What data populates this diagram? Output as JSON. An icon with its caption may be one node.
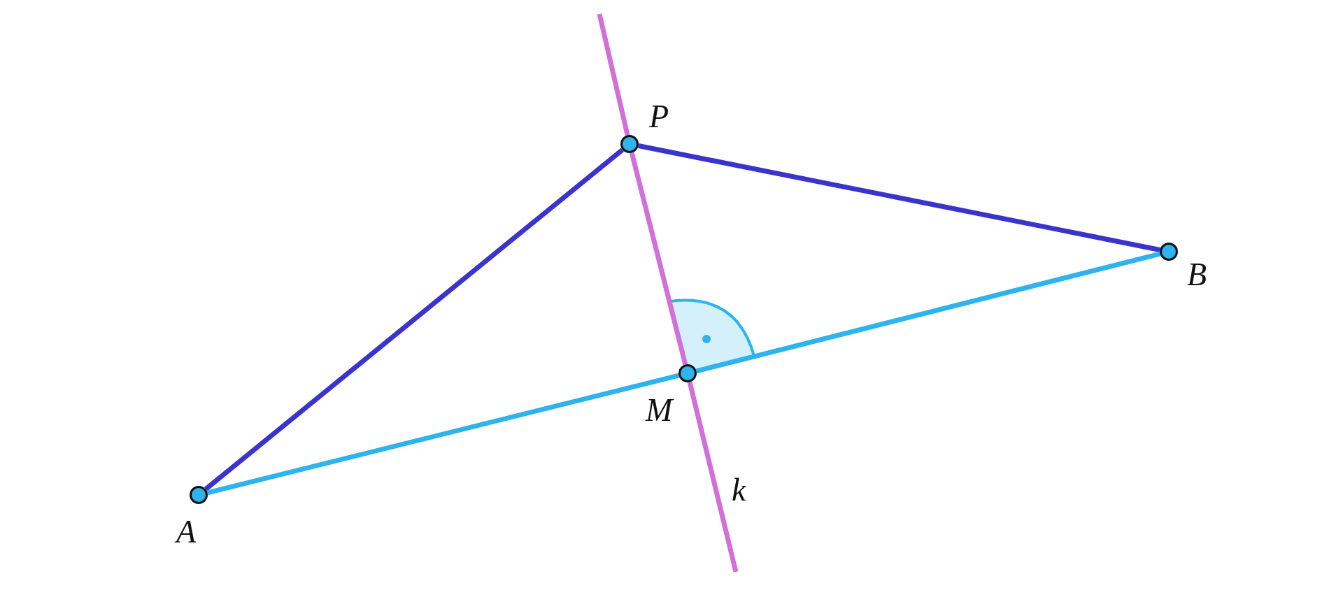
{
  "diagram": {
    "nodes": [
      {
        "text": [],
        "shape": "circle",
        "beside": [
          "P"
        ]
      },
      {
        "text": [],
        "shape": "circle",
        "beside": [
          "B"
        ]
      },
      {
        "text": [],
        "shape": "circle",
        "beside": [
          "M"
        ]
      },
      {
        "text": [],
        "shape": "circle",
        "beside": [
          "A"
        ]
      }
    ],
    "edges": [
      {
        "from": 3,
        "to": 0,
        "arrow": "none",
        "color": "#3a34cc"
      },
      {
        "from": 0,
        "to": 1,
        "arrow": "none",
        "color": "#3a34cc"
      },
      {
        "from": 3,
        "to": 2,
        "arrow": "none",
        "color": "#2db3ee"
      },
      {
        "from": 2,
        "to": 1,
        "arrow": "none",
        "color": "#2db3ee"
      },
      {
        "from": null,
        "to": 0,
        "arrow": "none",
        "color": "#d36fd8"
      },
      {
        "from": 0,
        "to": 2,
        "arrow": "none",
        "color": "#d36fd8"
      },
      {
        "from": 2,
        "to": null,
        "arrow": "none",
        "color": "#d36fd8",
        "label": "k"
      }
    ]
  }
}
